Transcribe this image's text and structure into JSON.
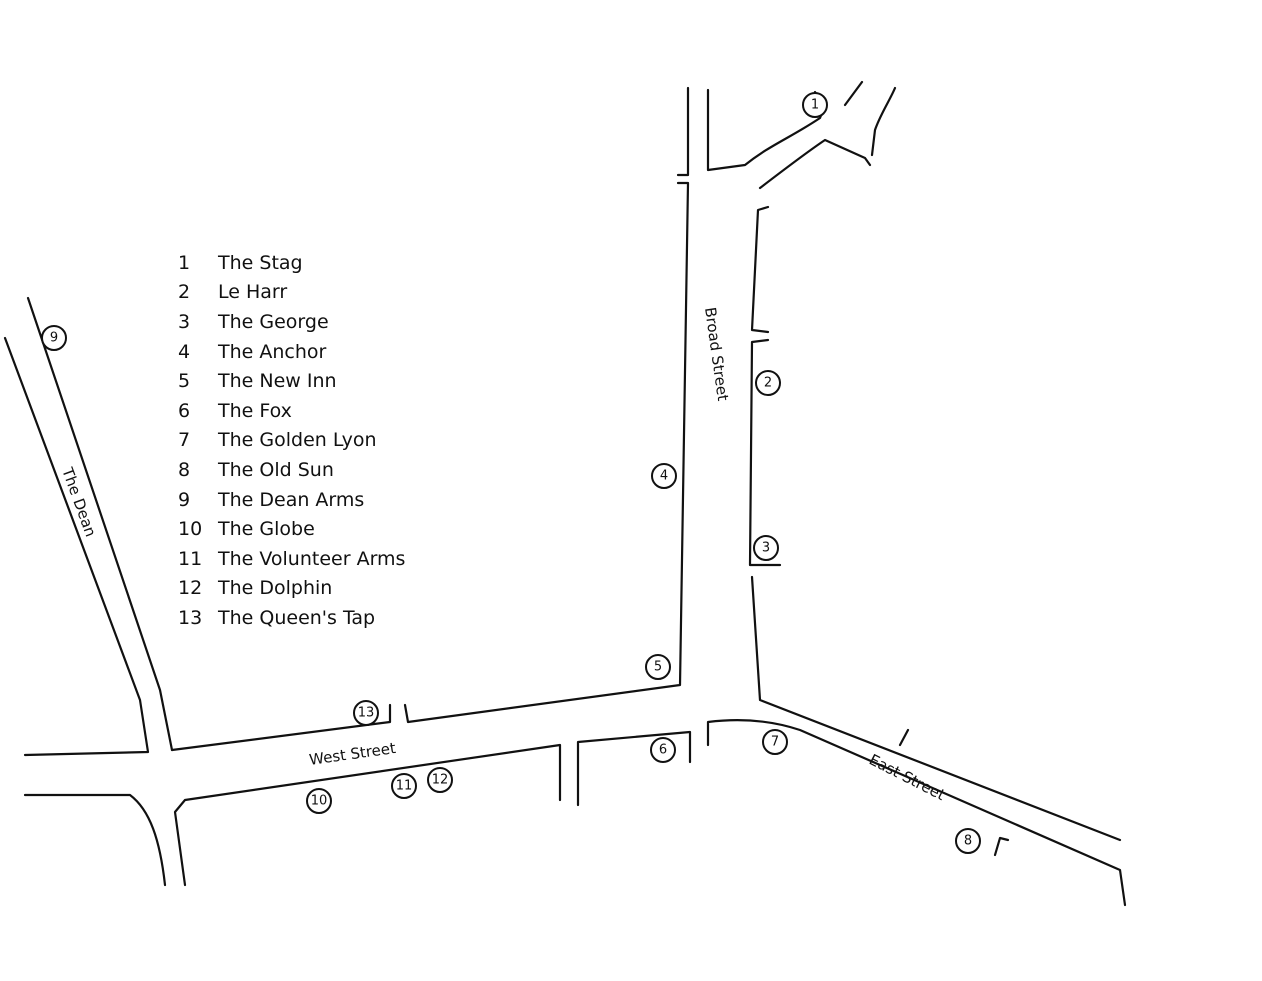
{
  "title": "Pubs map",
  "streets": {
    "the_dean": "The Dean",
    "broad_street": "Broad Street",
    "west_street": "West Street",
    "east_street": "East Street"
  },
  "legend": [
    {
      "num": "1",
      "name": "The Stag"
    },
    {
      "num": "2",
      "name": "Le Harr"
    },
    {
      "num": "3",
      "name": "The George"
    },
    {
      "num": "4",
      "name": "The Anchor"
    },
    {
      "num": "5",
      "name": "The New Inn"
    },
    {
      "num": "6",
      "name": "The Fox"
    },
    {
      "num": "7",
      "name": "The Golden Lyon"
    },
    {
      "num": "8",
      "name": "The Old Sun"
    },
    {
      "num": "9",
      "name": "The Dean Arms"
    },
    {
      "num": "10",
      "name": "The Globe"
    },
    {
      "num": "11",
      "name": "The Volunteer Arms"
    },
    {
      "num": "12",
      "name": "The Dolphin"
    },
    {
      "num": "13",
      "name": "The Queen's Tap"
    }
  ]
}
